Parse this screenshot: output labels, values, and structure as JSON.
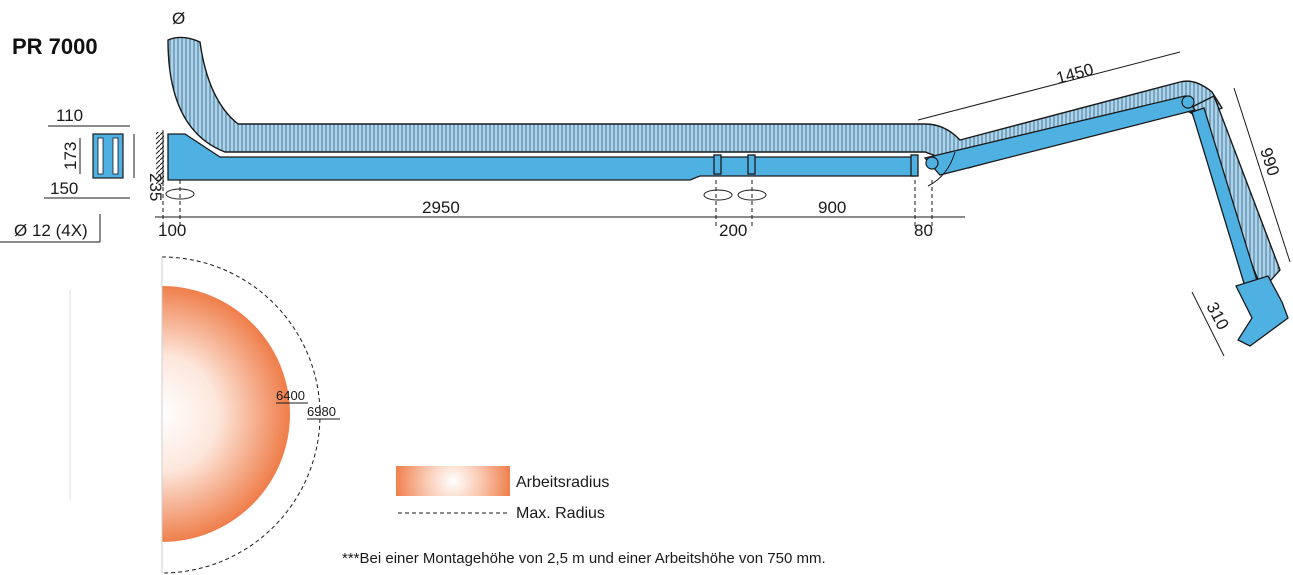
{
  "title": "PR 7000",
  "diameter_symbol": "Ø",
  "bracket": {
    "width": "110",
    "height": "173",
    "depth": "235",
    "base": "150",
    "holes": "Ø 12 (4X)"
  },
  "dimensions": {
    "wall_offset": "100",
    "arm_length": "2950",
    "joint_gap": "200",
    "segment": "900",
    "end_gap": "80",
    "upper_arm": "1450",
    "fore_arm": "990",
    "hood": "310"
  },
  "radius": {
    "working": "6400",
    "max": "6980"
  },
  "legend": {
    "working_label": "Arbeitsradius",
    "max_label": "Max. Radius"
  },
  "footnote": "***Bei einer Montagehöhe von 2,5 m und einer Arbeitshöhe von 750 mm.",
  "colors": {
    "hose": "#a9d6ee",
    "rail": "#4fb0e2",
    "radius_fill": "#ef8a5a"
  }
}
